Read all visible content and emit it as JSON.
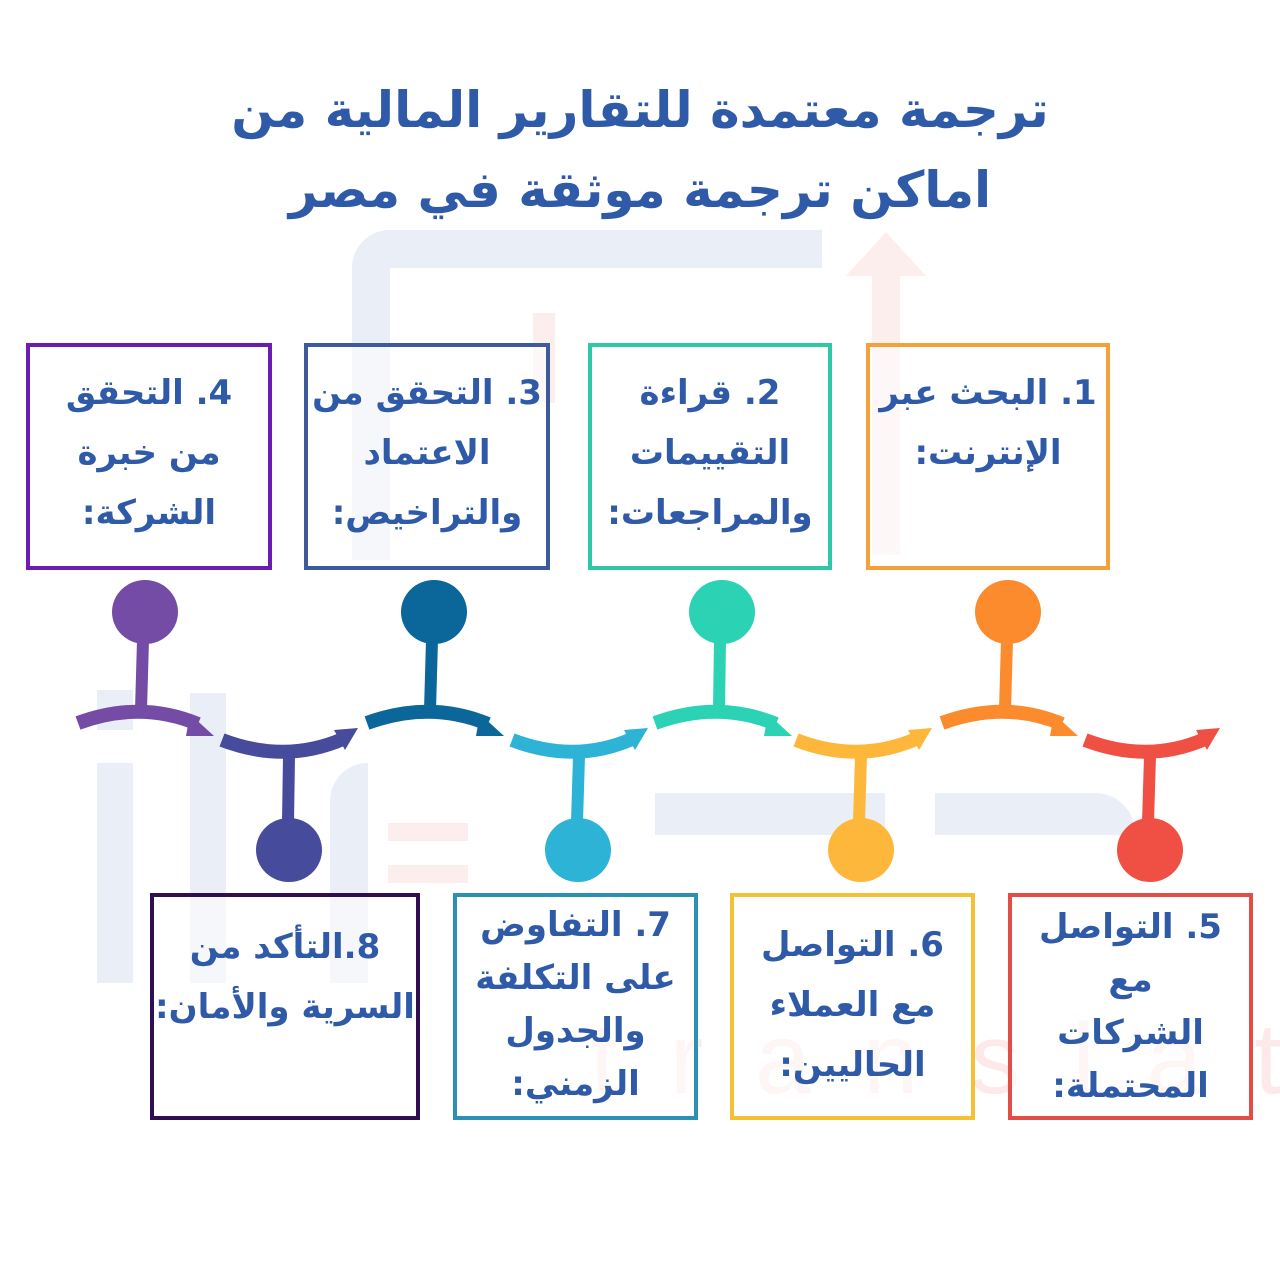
{
  "title": {
    "line1": "ترجمة معتمدة للتقارير المالية من",
    "line2": "اماكن ترجمة موثقة في مصر",
    "color": "#2f5aa8"
  },
  "watermark": {
    "text": "translation"
  },
  "steps": [
    {
      "number": "1.",
      "lines": [
        "1. البحث عبر",
        "الإنترنت:"
      ],
      "color": "#f5a13a",
      "node_color": "#fb8b2c",
      "position": "top"
    },
    {
      "number": "2.",
      "lines": [
        "2.   قراءة",
        "التقييمات",
        "والمراجعات:"
      ],
      "color": "#2ec8a7",
      "node_color": "#2cd2b4",
      "position": "top"
    },
    {
      "number": "3.",
      "lines": [
        "3.  التحقق من",
        "الاعتماد",
        "والتراخيص:"
      ],
      "color": "#3d5a9a",
      "node_color": "#0b6699",
      "position": "top"
    },
    {
      "number": "4.",
      "lines": [
        "4.   التحقق",
        "من خبرة",
        "الشركة:"
      ],
      "color": "#6c1cb3",
      "node_color": "#744ca5",
      "position": "top"
    },
    {
      "number": "5.",
      "lines": [
        "5.   التواصل",
        "مع",
        "الشركات",
        "المحتملة:"
      ],
      "color": "#e24d45",
      "node_color": "#ef5043",
      "position": "bottom"
    },
    {
      "number": "6.",
      "lines": [
        "6.   التواصل",
        "مع العملاء",
        "الحاليين:"
      ],
      "color": "#f3c133",
      "node_color": "#fdb73a",
      "position": "bottom"
    },
    {
      "number": "7.",
      "lines": [
        "7.   التفاوض",
        "على التكلفة",
        "والجدول",
        "الزمني:"
      ],
      "color": "#2c90b4",
      "node_color": "#2cb3d6",
      "position": "bottom"
    },
    {
      "number": "8.",
      "lines": [
        "8.التأكد من",
        "السرية والأمان:"
      ],
      "color": "#2f0e52",
      "node_color": "#474b9c",
      "position": "bottom"
    }
  ]
}
